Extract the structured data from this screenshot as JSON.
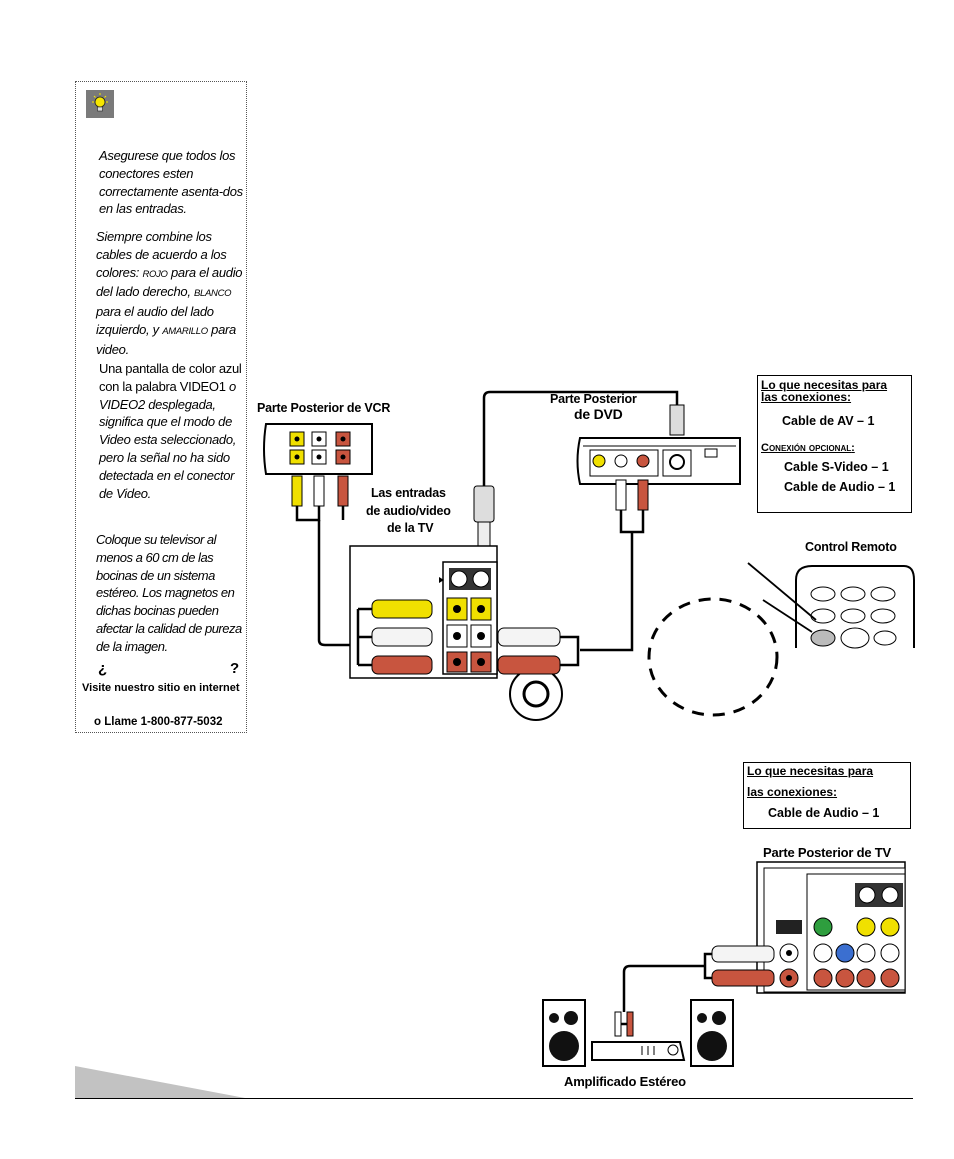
{
  "sidebar": {
    "tips": [
      "Asegurese que todos los conectores esten correctamente asenta-dos en las entradas.",
      "Siempre combine los cables de acuerdo a los colores:",
      "para el audio del lado derecho,",
      "para el audio del lado izquierdo, y",
      "para video.",
      "Una pantalla de color azul con la palabra VIDEO1",
      "o",
      "VIDEO2 desplegada, significa que el modo de Video esta seleccionado, pero la señal no ha sido detectada en el conector de Video.",
      "Coloque su televisor al menos a 60 cm de las bocinas de un sistema estéreo. Los magnetos en dichas bocinas pueden afectar la calidad de pureza de la imagen."
    ],
    "color_words": {
      "red": "ROJO",
      "white": "BLANCO",
      "yellow": "AMARILLO"
    },
    "question_open": "¿",
    "question_close": "?",
    "website_line": "Visite nuestro sitio en internet",
    "phone_line": "o Llame 1-800-877-5032"
  },
  "diagram1": {
    "vcr_label": "Parte Posterior de VCR",
    "dvd_label_1": "Parte Posterior",
    "dvd_label_2": "de DVD",
    "tv_inputs_1": "Las entradas",
    "tv_inputs_2": "de audio/video",
    "tv_inputs_3": "de la TV",
    "remote_label": "Control Remoto",
    "needs": {
      "heading_1": "Lo que necesitas para",
      "heading_2": "las conexiones:",
      "item_1": "Cable de AV – 1",
      "optional_heading": "Conexión opcional",
      "optional_colon": ":",
      "item_2": "Cable S-Video – 1",
      "item_3": "Cable de Audio – 1"
    }
  },
  "diagram2": {
    "needs": {
      "heading_1": "Lo que necesitas para",
      "heading_2": "las conexiones",
      "heading_colon": ":",
      "item_1": "Cable de Audio – 1"
    },
    "tv_label": "Parte Posterior de TV",
    "amp_label": "Amplificado Estéreo"
  },
  "colors": {
    "red": "#c8553f",
    "yellow": "#f0e000",
    "white": "#f4f4f4",
    "green": "#2e9e3e",
    "blue": "#3b6fd0",
    "gray": "#7a7a7a"
  }
}
